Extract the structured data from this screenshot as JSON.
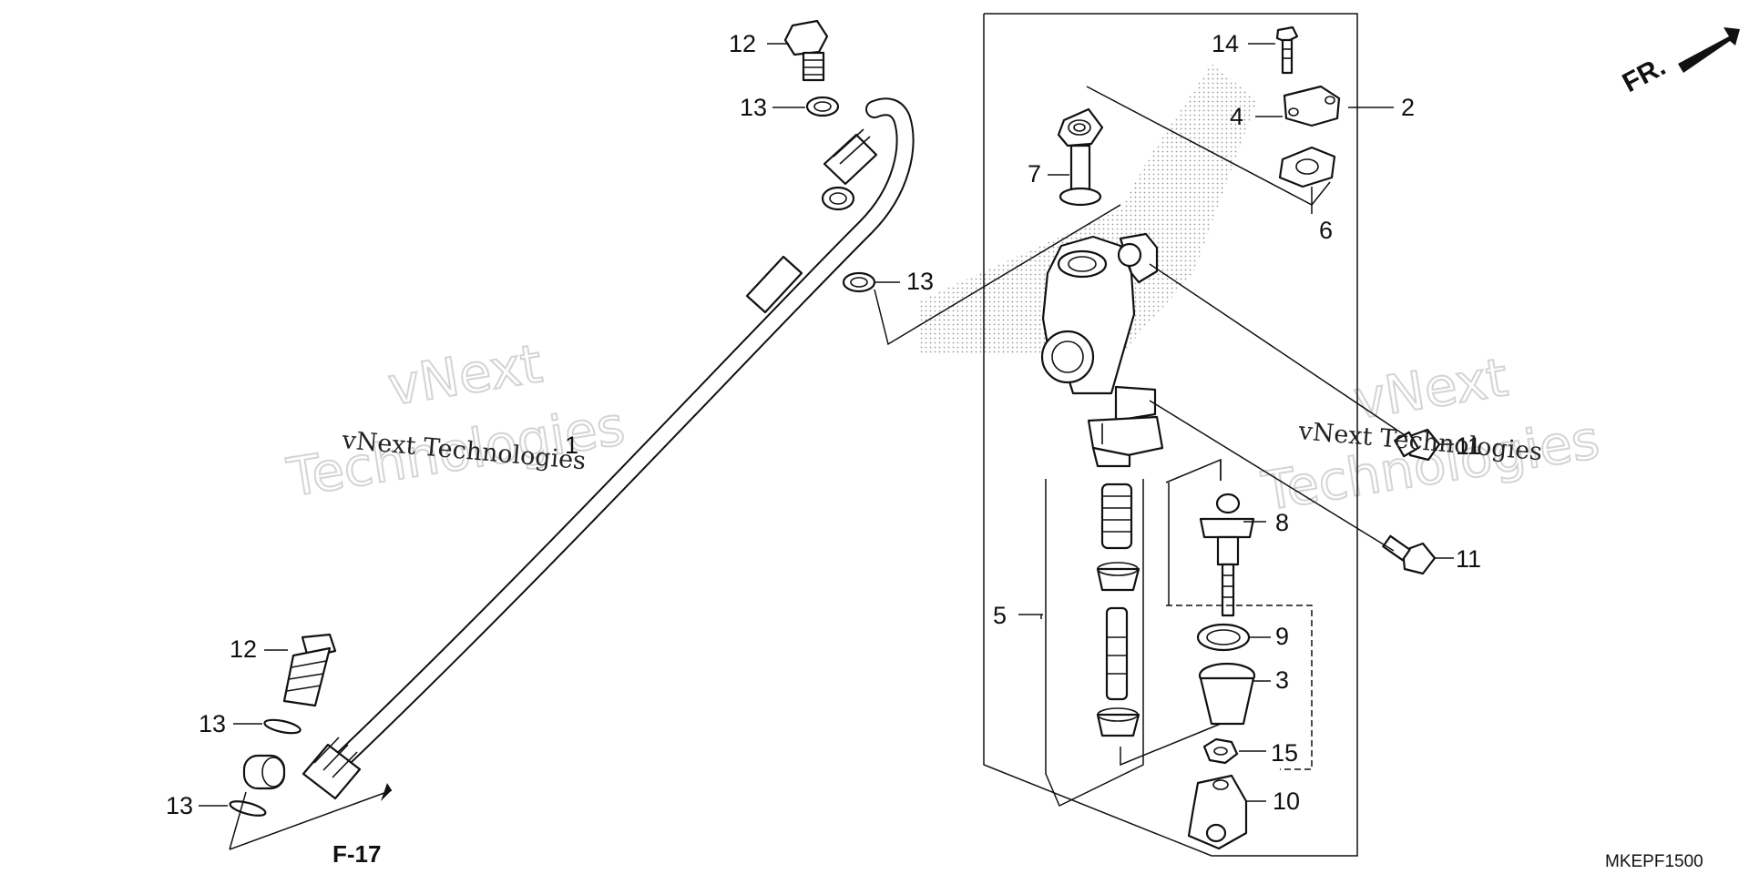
{
  "diagram": {
    "callouts": [
      {
        "id": "c1",
        "text": "1"
      },
      {
        "id": "c2",
        "text": "2"
      },
      {
        "id": "c3",
        "text": "3"
      },
      {
        "id": "c4",
        "text": "4"
      },
      {
        "id": "c5",
        "text": "5"
      },
      {
        "id": "c6",
        "text": "6"
      },
      {
        "id": "c7",
        "text": "7"
      },
      {
        "id": "c8",
        "text": "8"
      },
      {
        "id": "c9",
        "text": "9"
      },
      {
        "id": "c10",
        "text": "10"
      },
      {
        "id": "c11a",
        "text": "11"
      },
      {
        "id": "c11b",
        "text": "11"
      },
      {
        "id": "c12a",
        "text": "12"
      },
      {
        "id": "c12b",
        "text": "12"
      },
      {
        "id": "c13a",
        "text": "13"
      },
      {
        "id": "c13b",
        "text": "13"
      },
      {
        "id": "c13c",
        "text": "13"
      },
      {
        "id": "c13d",
        "text": "13"
      },
      {
        "id": "c14",
        "text": "14"
      },
      {
        "id": "c15",
        "text": "15"
      }
    ],
    "reference": "F-17",
    "direction": "FR.",
    "diagram_code": "MKEPF1500",
    "watermarks": [
      {
        "line1": "vNext",
        "line2": "Technologies",
        "caption": "vNext Technologies"
      },
      {
        "line1": "vNext",
        "line2": "Technologies",
        "caption": "vNext Technologies"
      }
    ]
  }
}
